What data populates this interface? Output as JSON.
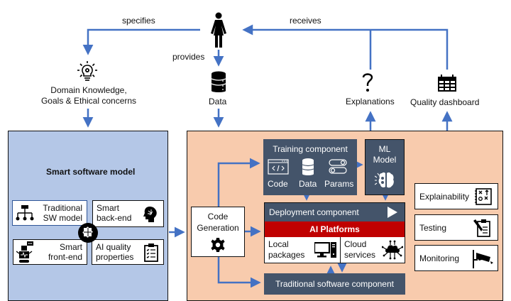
{
  "actor": {
    "icon": "person-icon",
    "specifies_label": "specifies",
    "provides_label": "provides",
    "receives_label": "receives"
  },
  "inputs": {
    "domain_knowledge": {
      "icon": "lightbulb-gear-icon",
      "line1": "Domain Knowledge,",
      "line2": "Goals & Ethical concerns"
    },
    "data": {
      "icon": "database-icon",
      "label": "Data"
    }
  },
  "outputs": {
    "explanations": {
      "icon": "question-mark-icon",
      "label": "Explanations"
    },
    "quality_dashboard": {
      "icon": "calendar-grid-icon",
      "label": "Quality dashboard"
    }
  },
  "smart_model": {
    "title": "Smart software model",
    "items": [
      {
        "line1": "Traditional",
        "line2": "SW model",
        "icon": "hierarchy-icon"
      },
      {
        "line1": "Smart",
        "line2": "back-end",
        "icon": "brain-head-icon"
      },
      {
        "line1": "Smart",
        "line2": "front-end",
        "icon": "robot-chat-icon"
      },
      {
        "line1": "AI quality",
        "line2": "properties",
        "icon": "clipboard-checklist-icon"
      }
    ],
    "center_icon": "puzzle-icon"
  },
  "platform": {
    "code_generation": {
      "line1": "Code",
      "line2": "Generation",
      "icon": "gear-icon"
    },
    "training": {
      "title": "Training component",
      "items": [
        {
          "label": "Code",
          "icon": "code-window-icon"
        },
        {
          "label": "Data",
          "icon": "database-icon"
        },
        {
          "label": "Params",
          "icon": "toggles-icon"
        }
      ]
    },
    "ml_model": {
      "line1": "ML",
      "line2": "Model",
      "icon": "brain-icon"
    },
    "deployment": {
      "title": "Deployment component",
      "play_icon": "play-icon",
      "ai_platforms": "AI Platforms",
      "local": {
        "line1": "Local",
        "line2": "packages",
        "icon": "desktop-computer-icon"
      },
      "cloud": {
        "line1": "Cloud",
        "line2": "services",
        "icon": "cloud-network-icon"
      }
    },
    "traditional_component": "Traditional software component",
    "side_boxes": [
      {
        "label": "Explainability",
        "icon": "strategy-board-icon"
      },
      {
        "label": "Testing",
        "icon": "clipboard-pencil-icon"
      },
      {
        "label": "Monitoring",
        "icon": "security-camera-icon"
      }
    ]
  },
  "colors": {
    "arrow": "#4472c4",
    "blue_panel": "#b4c7e7",
    "orange_panel": "#f8cbad",
    "dark_box": "#44546a",
    "ai_platforms": "#c00000"
  }
}
